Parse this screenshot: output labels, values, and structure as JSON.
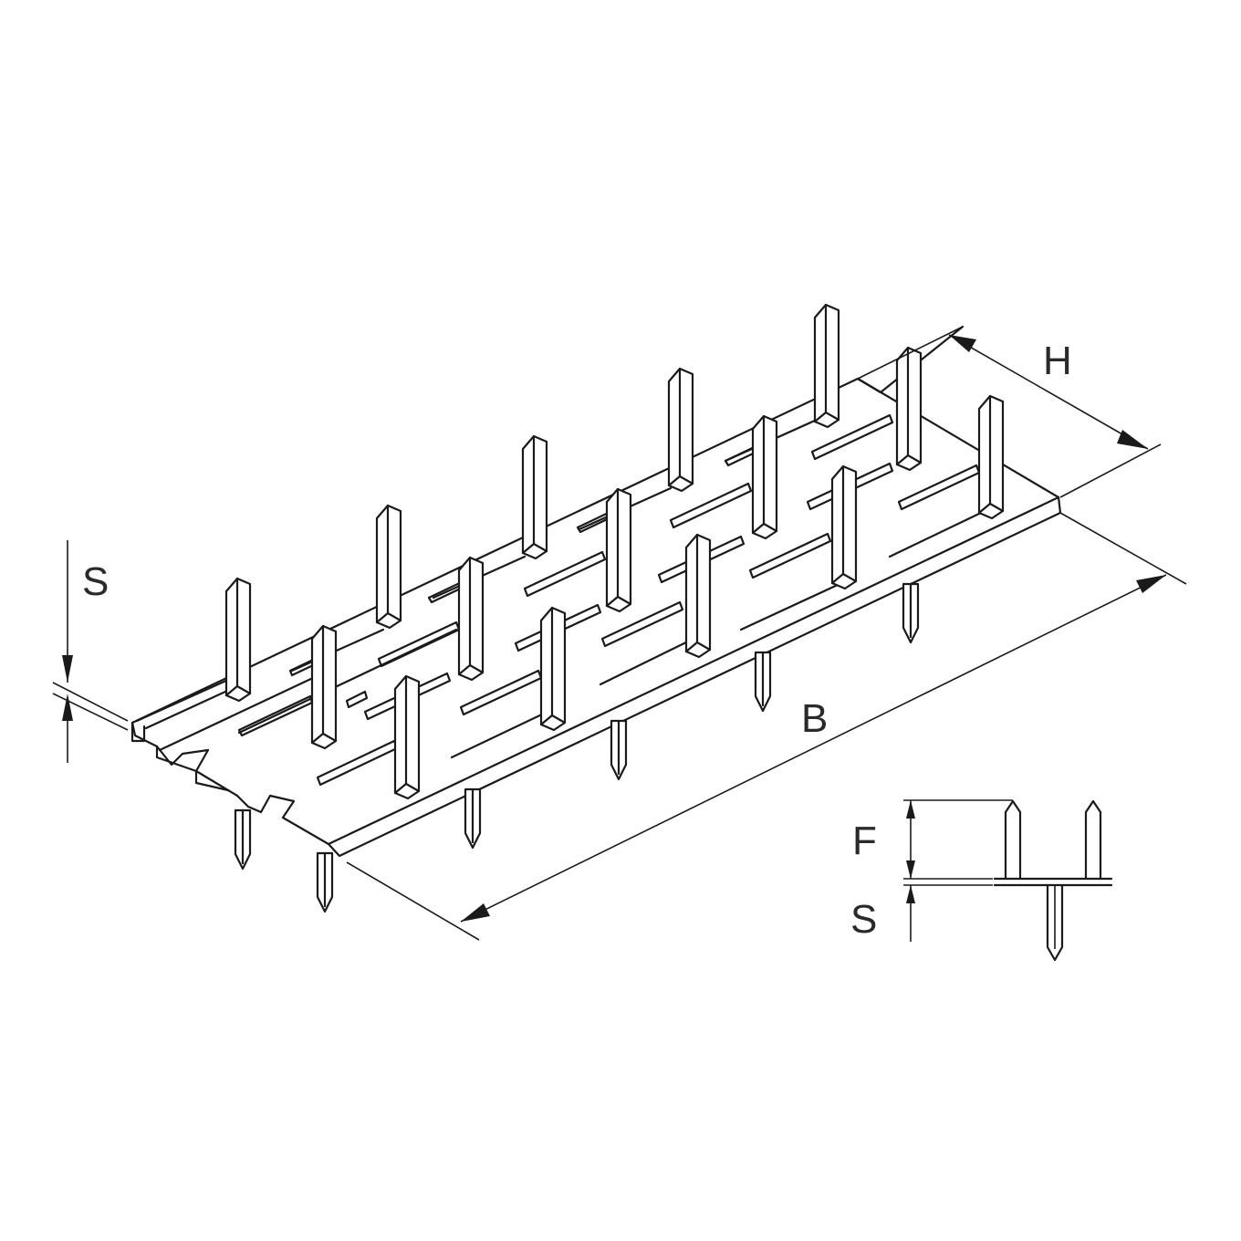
{
  "labels": {
    "thickness": "S",
    "height": "H",
    "width": "B",
    "detail_fin": "F",
    "detail_thickness": "S"
  },
  "colors": {
    "line": "#1a1a1a",
    "text": "#2a2a2a",
    "background": "#ffffff"
  }
}
